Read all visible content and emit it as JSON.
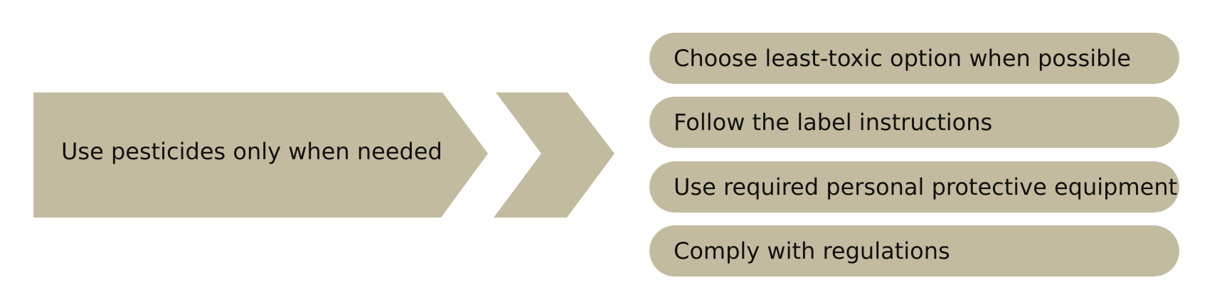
{
  "colors": {
    "accent": "#c3bb9f",
    "text": "#111111"
  },
  "main": {
    "label": "Use pesticides only when needed"
  },
  "practices": [
    {
      "label": "Choose least-toxic option when possible"
    },
    {
      "label": "Follow the label instructions"
    },
    {
      "label": "Use required personal protective equipment"
    },
    {
      "label": "Comply with regulations"
    }
  ]
}
